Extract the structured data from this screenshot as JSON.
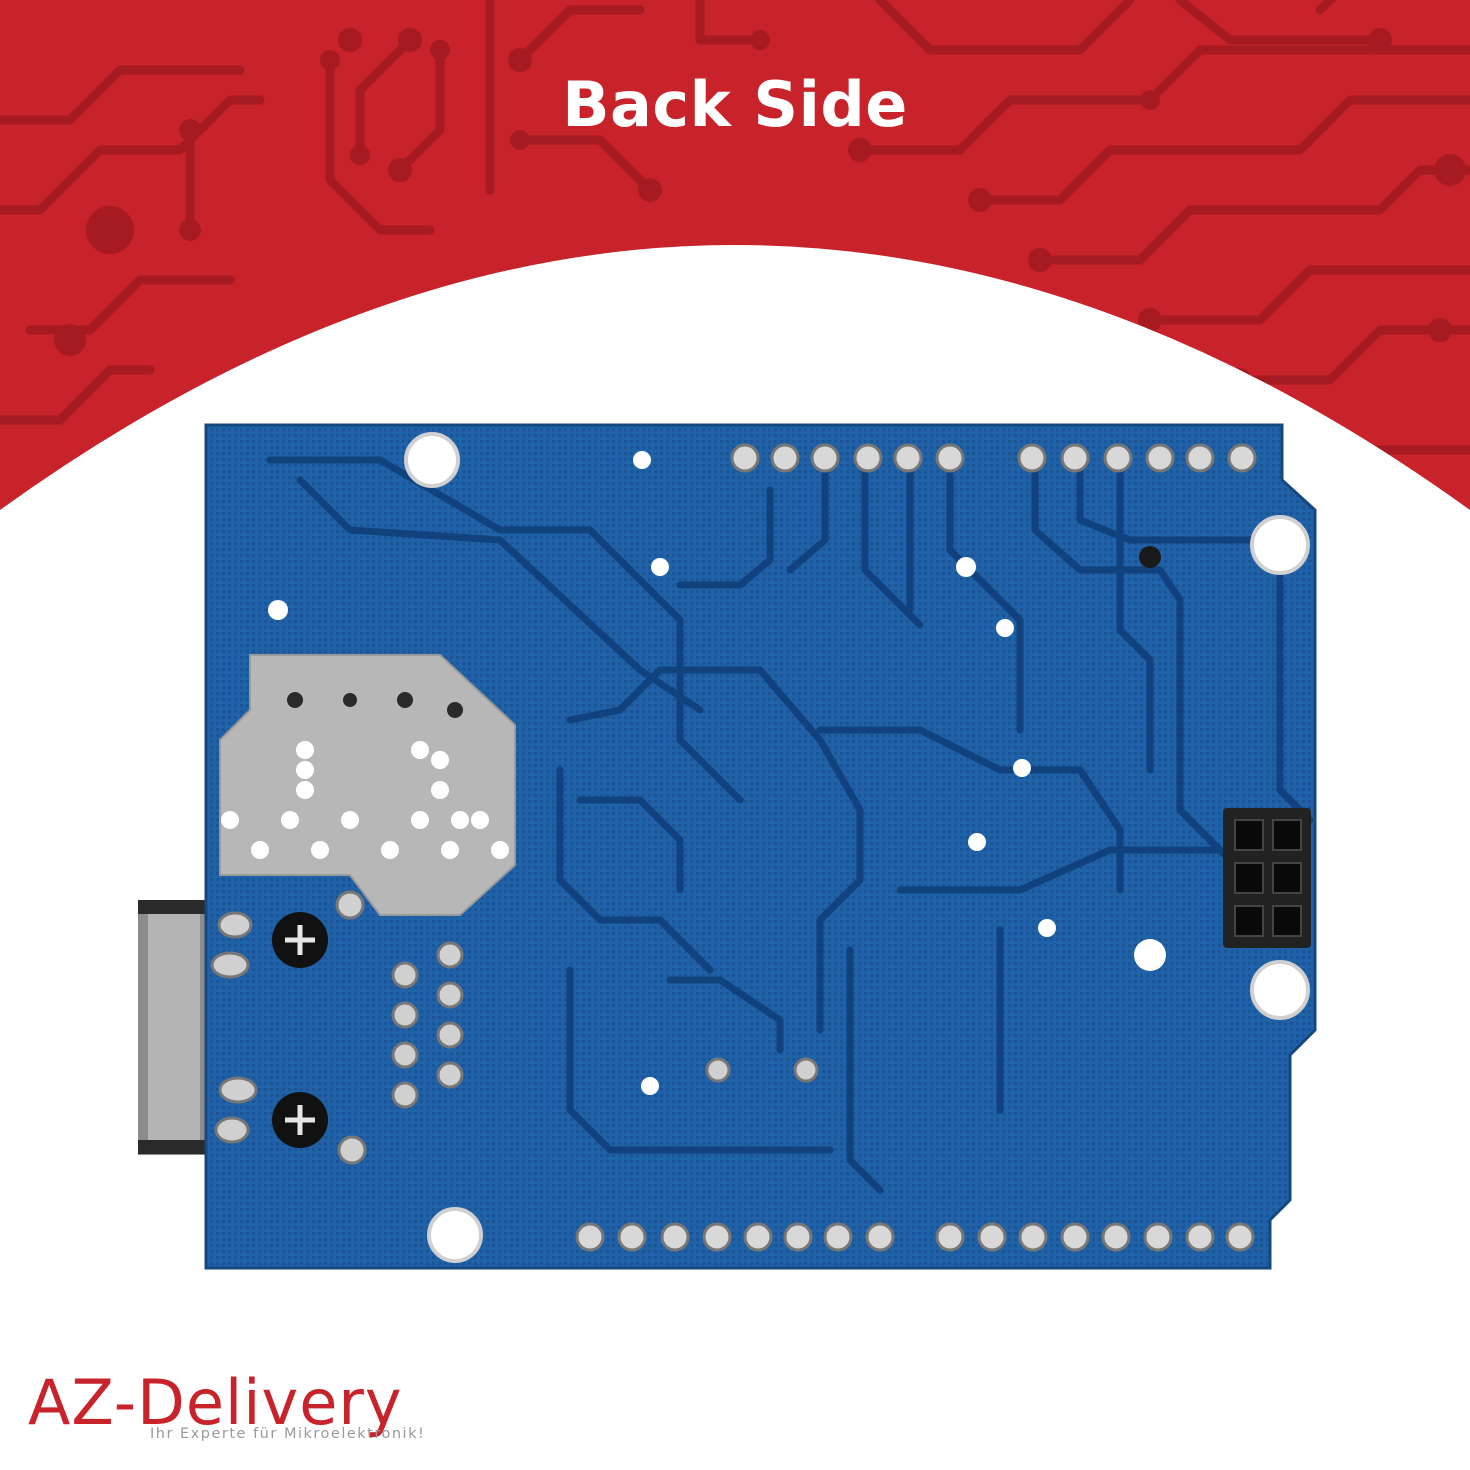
{
  "banner": {
    "title": "Back Side",
    "background_color": "#c8232b",
    "trace_color": "#a61b22"
  },
  "product_photo": {
    "subject": "ethernet-shield-pcb-back",
    "board_color": "#1d5fa3",
    "connector_icon": "rj45-jack-icon",
    "header_icon": "icsp-header-icon"
  },
  "brand": {
    "name": "AZ-Delivery",
    "tagline": "Ihr Experte für Mikroelektronik!",
    "color": "#c8232b"
  }
}
